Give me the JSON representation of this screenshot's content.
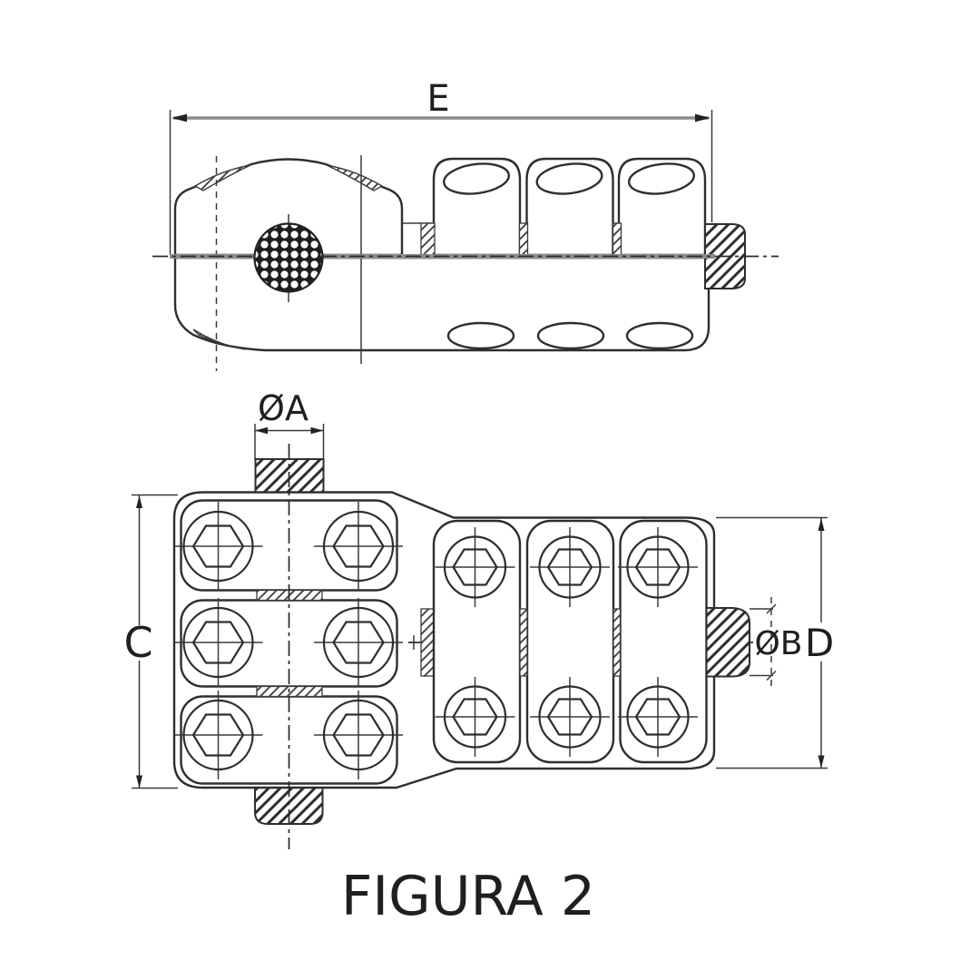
{
  "figure": {
    "caption": "FIGURA 2",
    "labels": {
      "width_overall": "E",
      "stud_diameter": "ØA",
      "body_height_left": "C",
      "terminal_diameter": "ØB",
      "body_height_right": "D"
    },
    "colors": {
      "line": "#2e2e2e",
      "dim_line_gray": "#8c8c8c",
      "text": "#1f1f1f",
      "background": "#ffffff"
    }
  }
}
